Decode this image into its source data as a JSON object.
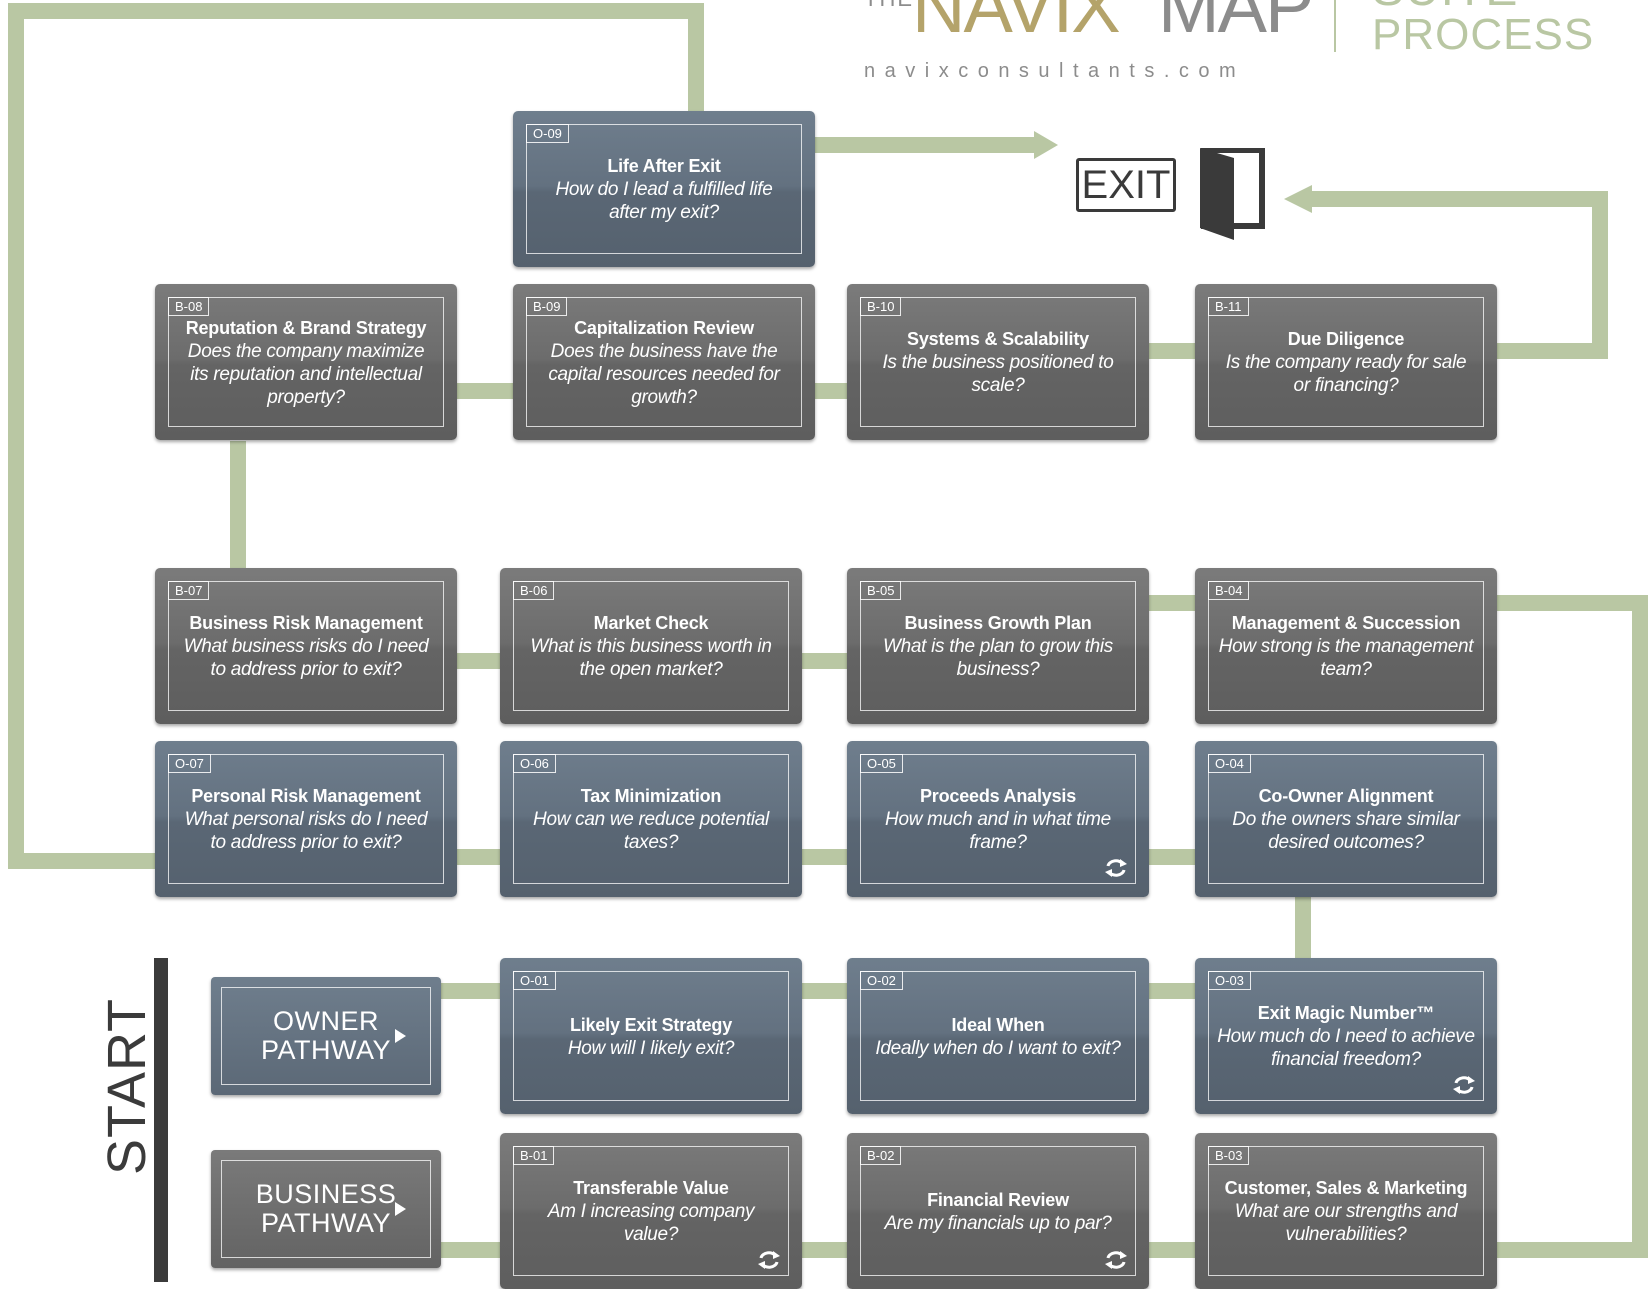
{
  "brand": {
    "the": "THE",
    "navix": "NAVIX",
    "map": "MAP",
    "suite": "SUITE",
    "process": "PROCESS",
    "website": "navixconsultants.com"
  },
  "exit_label": "EXIT",
  "start_label": "START",
  "pathways": {
    "owner": "OWNER\nPATHWAY",
    "business": "BUSINESS\nPATHWAY"
  },
  "colors": {
    "connector": "#b9c7a3",
    "business_card": "#6b6b6b",
    "owner_card": "#5e6b79",
    "brand_gold": "#b4a36a",
    "brand_gray": "#8c8c8c"
  },
  "cards": {
    "o09": {
      "code": "O-09",
      "title": "Life After Exit",
      "question": "How do I lead a fulfilled life after my exit?"
    },
    "b08": {
      "code": "B-08",
      "title": "Reputation & Brand Strategy",
      "question": "Does the company maximize its reputation and intellectual property?"
    },
    "b09": {
      "code": "B-09",
      "title": "Capitalization Review",
      "question": "Does the business have the capital resources needed for growth?"
    },
    "b10": {
      "code": "B-10",
      "title": "Systems & Scalability",
      "question": "Is the business positioned to scale?"
    },
    "b11": {
      "code": "B-11",
      "title": "Due Diligence",
      "question": "Is the company ready for sale or financing?"
    },
    "b07": {
      "code": "B-07",
      "title": "Business Risk Management",
      "question": "What business risks do I need to address prior to exit?"
    },
    "b06": {
      "code": "B-06",
      "title": "Market Check",
      "question": "What is this business worth in the open market?"
    },
    "b05": {
      "code": "B-05",
      "title": "Business Growth Plan",
      "question": "What is the plan to grow this business?"
    },
    "b04": {
      "code": "B-04",
      "title": "Management & Succession",
      "question": "How strong is the management team?"
    },
    "o07": {
      "code": "O-07",
      "title": "Personal Risk Management",
      "question": "What personal risks do I need to address prior to exit?"
    },
    "o06": {
      "code": "O-06",
      "title": "Tax Minimization",
      "question": "How can we reduce potential taxes?"
    },
    "o05": {
      "code": "O-05",
      "title": "Proceeds Analysis",
      "question": "How much and in what time frame?"
    },
    "o04": {
      "code": "O-04",
      "title": "Co-Owner Alignment",
      "question": "Do the owners share similar desired outcomes?"
    },
    "o01": {
      "code": "O-01",
      "title": "Likely Exit Strategy",
      "question": "How will I likely exit?"
    },
    "o02": {
      "code": "O-02",
      "title": "Ideal When",
      "question": "Ideally when do I want to exit?"
    },
    "o03": {
      "code": "O-03",
      "title": "Exit Magic Number™",
      "question": "How much do I need to achieve financial freedom?"
    },
    "b01": {
      "code": "B-01",
      "title": "Transferable Value",
      "question": "Am I increasing company value?"
    },
    "b02": {
      "code": "B-02",
      "title": "Financial Review",
      "question": "Are my financials up to par?"
    },
    "b03": {
      "code": "B-03",
      "title": "Customer, Sales & Marketing",
      "question": "What are our strengths and vulnerabilities?"
    }
  }
}
